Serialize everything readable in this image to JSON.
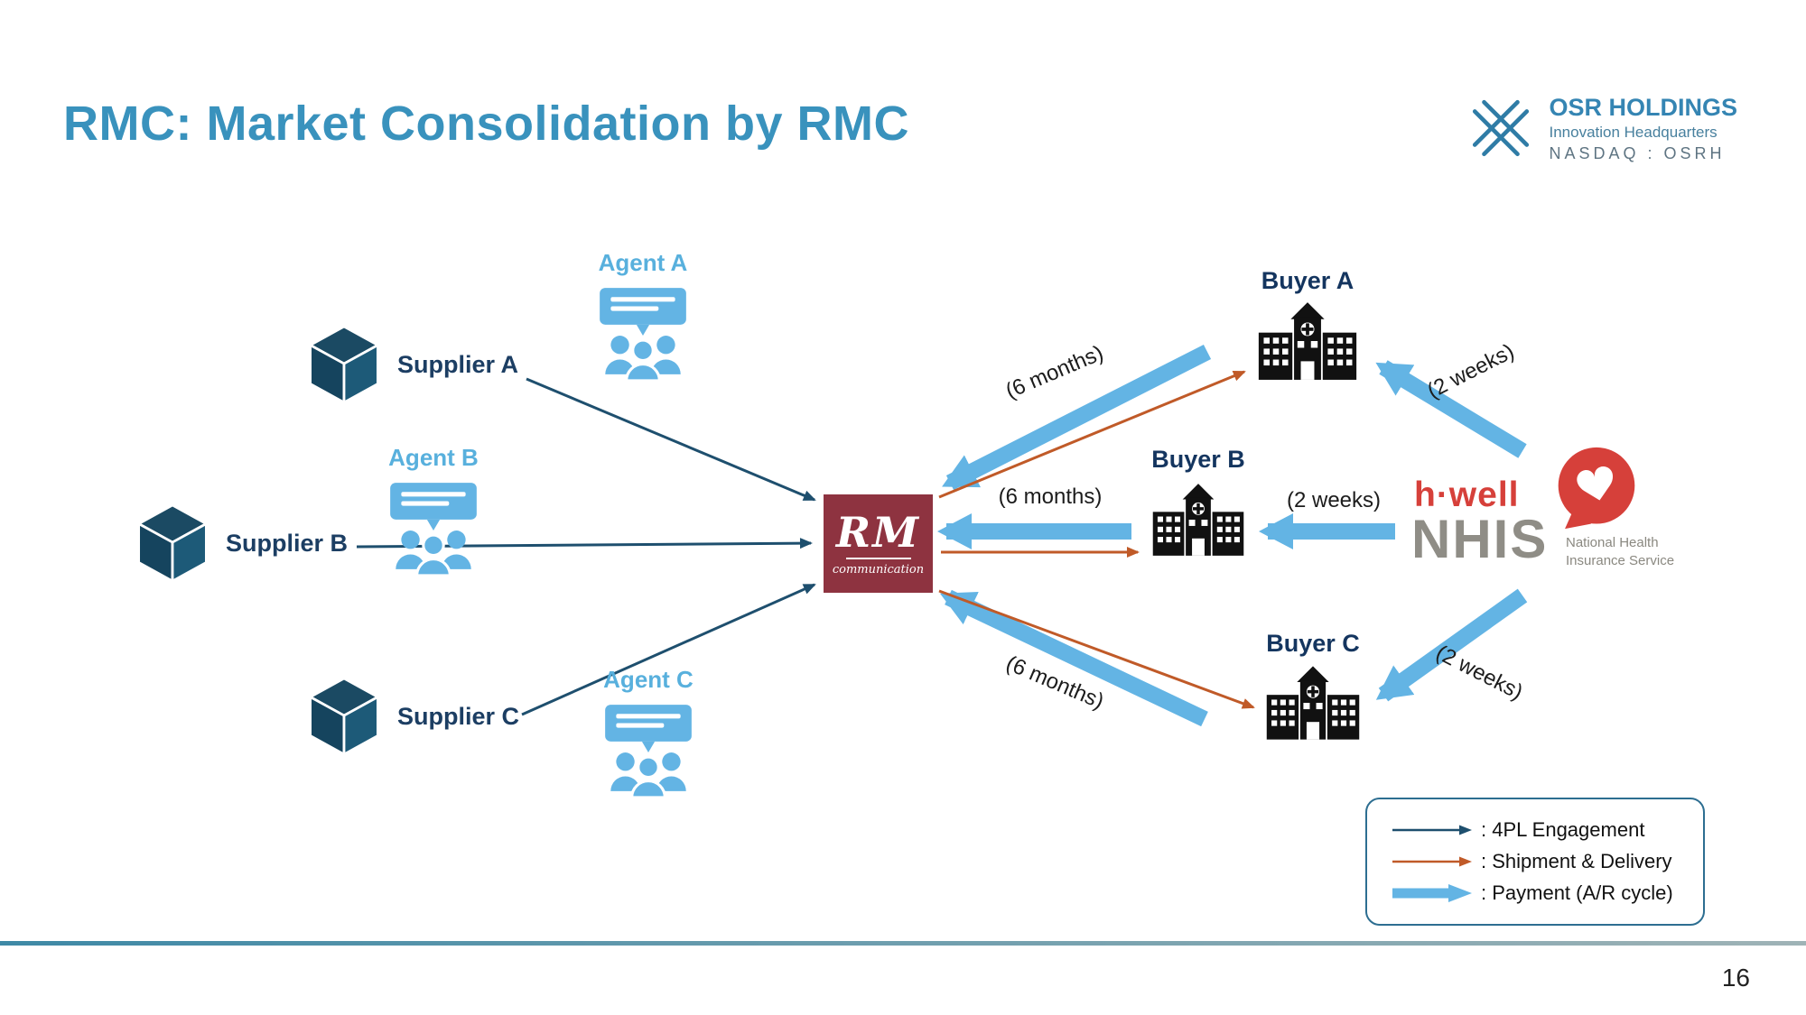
{
  "slide": {
    "title": "RMC: Market Consolidation by RMC",
    "page_number": "16"
  },
  "header_logo": {
    "company": "OSR HOLDINGS",
    "division": "Innovation Headquarters",
    "ticker": "NASDAQ : OSRH"
  },
  "suppliers": [
    {
      "label": "Supplier A"
    },
    {
      "label": "Supplier B"
    },
    {
      "label": "Supplier C"
    }
  ],
  "agents": [
    {
      "label": "Agent A"
    },
    {
      "label": "Agent B"
    },
    {
      "label": "Agent C"
    }
  ],
  "buyers": [
    {
      "label": "Buyer A"
    },
    {
      "label": "Buyer B"
    },
    {
      "label": "Buyer C"
    }
  ],
  "rmc_logo": {
    "name": "RM",
    "subtitle": "communication"
  },
  "nhis_logo": {
    "brand": "h·well",
    "acronym": "NHIS",
    "caption_line1": "National Health",
    "caption_line2": "Insurance Service"
  },
  "flow_labels": {
    "payment_buyer_to_rmc": "(6 months)",
    "payment_nhis_to_buyer": "(2 weeks)"
  },
  "legend": {
    "items": [
      {
        "label": ": 4PL Engagement"
      },
      {
        "label": ": Shipment & Delivery"
      },
      {
        "label": ": Payment (A/R cycle)"
      }
    ]
  },
  "colors": {
    "title_blue": "#3992bd",
    "engagement_navy": "#1e4f6e",
    "agent_blue": "#58b0dd",
    "payment_blue": "#63b4e4",
    "shipment_orange": "#c05a28",
    "rmc_maroon": "#8e3340",
    "hwell_red": "#d6403a",
    "nhis_gray": "#8f8d86"
  }
}
